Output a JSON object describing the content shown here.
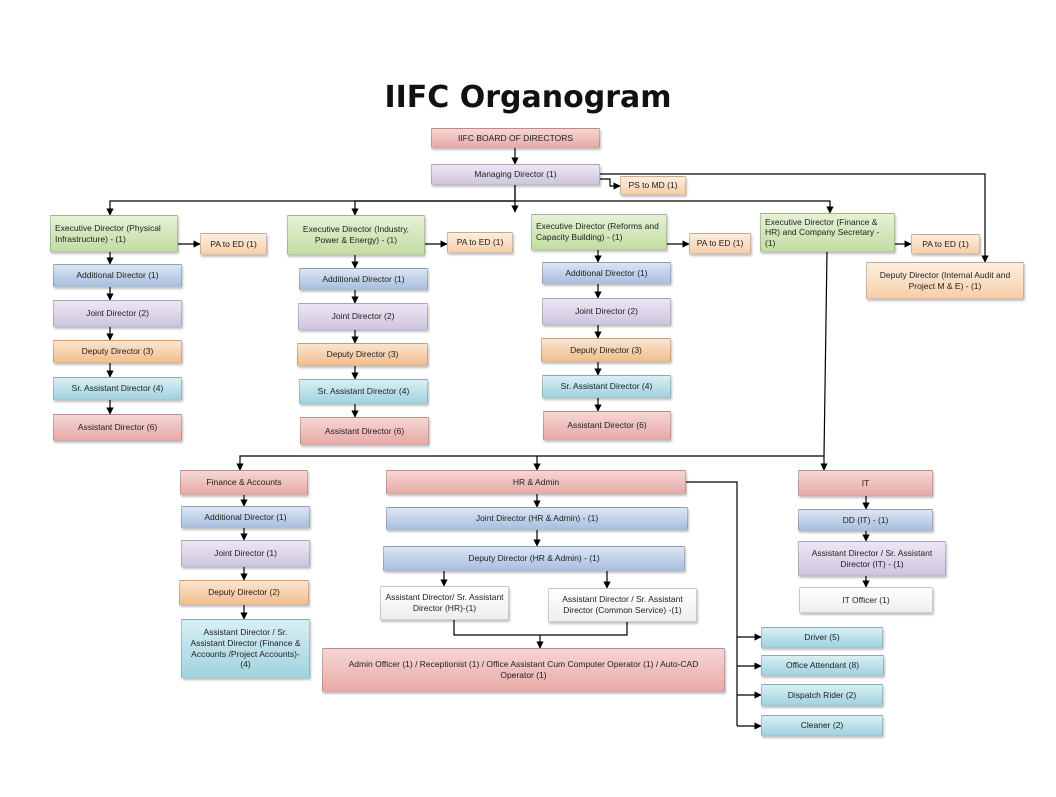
{
  "title": "IIFC Organogram",
  "board": "IIFC BOARD OF DIRECTORS",
  "md": "Managing Director (1)",
  "ps_md": "PS to MD (1)",
  "ed": [
    {
      "title": "Executive Director (Physical Infrastructure) - (1)",
      "pa": "PA to ED (1)",
      "chain": [
        "Additional Director (1)",
        "Joint Director (2)",
        "Deputy Director (3)",
        "Sr. Assistant Director (4)",
        "Assistant Director (6)"
      ]
    },
    {
      "title": "Executive Director (Industry, Power & Energy) - (1)",
      "pa": "PA to ED (1)",
      "chain": [
        "Additional Director (1)",
        "Joint Director (2)",
        "Deputy Director (3)",
        "Sr. Assistant Director (4)",
        "Assistant Director (6)"
      ]
    },
    {
      "title": "Executive Director (Reforms and Capacity Building) - (1)",
      "pa": "PA to ED (1)",
      "chain": [
        "Additional Director (1)",
        "Joint Director (2)",
        "Deputy Director (3)",
        "Sr. Assistant Director (4)",
        "Assistant Director (6)"
      ]
    },
    {
      "title": "Executive Director (Finance & HR) and Company Secretary - (1)",
      "pa": "PA to ED (1)"
    }
  ],
  "audit": "Deputy Director (Internal Audit and Project M & E) - (1)",
  "finance": {
    "head": "Finance & Accounts",
    "chain": [
      "Additional Director (1)",
      "Joint Director (1)",
      "Deputy Director (2)",
      "Assistant Director / Sr. Assistant Director (Finance & Accounts /Project Accounts)-(4)"
    ]
  },
  "hr": {
    "head": "HR & Admin",
    "jd": "Joint Director (HR & Admin) - (1)",
    "dd": "Deputy Director (HR & Admin) - (1)",
    "ad_hr": "Assistant Director/ Sr. Assistant Director (HR)-(1)",
    "ad_cs": "Assistant Director / Sr. Assistant Director (Common Service) -(1)",
    "staff": "Admin Officer (1) / Receptionist (1) / Office Assistant Cum Computer Operator (1) / Auto-CAD Operator (1)",
    "support": [
      "Driver (5)",
      "Office Attendant (8)",
      "Dispatch Rider (2)",
      "Cleaner (2)"
    ]
  },
  "it": {
    "head": "IT",
    "chain": [
      "DD (IT) - (1)",
      "Assistant Director / Sr. Assistant Director (IT) - (1)",
      "IT Officer (1)"
    ]
  }
}
